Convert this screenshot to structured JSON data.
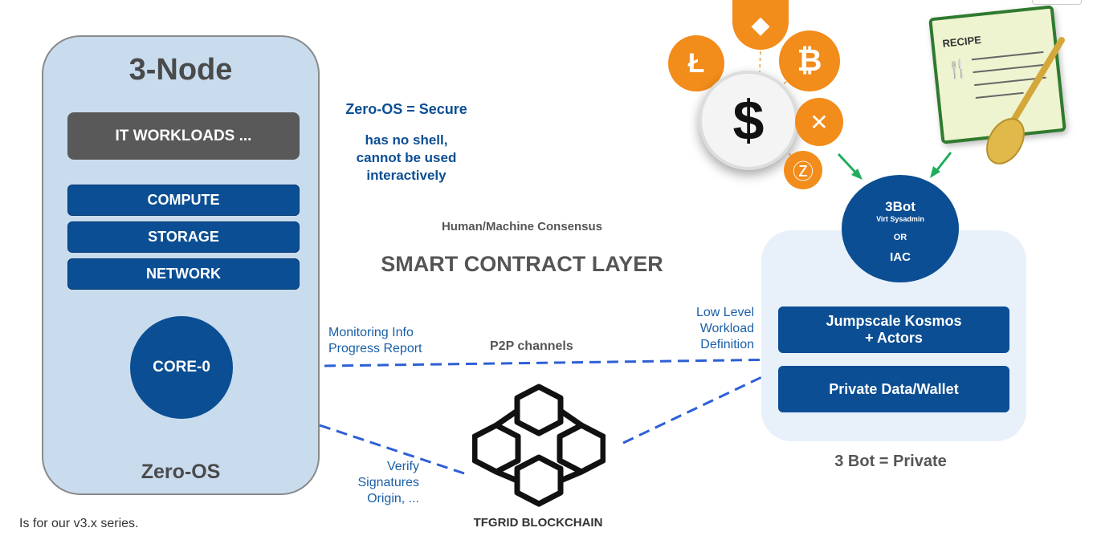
{
  "node": {
    "title": "3-Node",
    "workloads": "IT WORKLOADS ...",
    "layers": [
      "COMPUTE",
      "STORAGE",
      "NETWORK"
    ],
    "core": "CORE-0",
    "os": "Zero-OS"
  },
  "zero_os_note": {
    "headline": "Zero-OS = Secure",
    "line1": "has no shell,",
    "line2": "cannot be used",
    "line3": "interactively"
  },
  "consensus": {
    "subtitle": "Human/Machine Consensus",
    "title": "SMART CONTRACT LAYER"
  },
  "monitoring": {
    "line1": "Monitoring Info",
    "line2": "Progress Report"
  },
  "p2p_label": "P2P channels",
  "low_level": {
    "line1": "Low Level",
    "line2": "Workload",
    "line3": "Definition"
  },
  "verify": {
    "line1": "Verify",
    "line2": "Signatures",
    "line3": "Origin, ..."
  },
  "blockchain_label": "TFGRID BLOCKCHAIN",
  "bot": {
    "name": "3Bot",
    "sub": "Virt Sysadmin",
    "or": "OR",
    "iac": "IAC",
    "kosmos_line1": "Jumpscale Kosmos",
    "kosmos_line2": "+ Actors",
    "private_data": "Private Data/Wallet",
    "caption": "3 Bot = Private"
  },
  "recipe_label": "RECIPE",
  "crypto": {
    "dollar": "$",
    "coins": [
      {
        "symbol": "Ł"
      },
      {
        "symbol": "◆"
      },
      {
        "symbol": "₿"
      },
      {
        "symbol": "✕"
      },
      {
        "symbol": "Ⓩ"
      }
    ]
  },
  "footer_note": "Is for our v3.x series.",
  "colors": {
    "primary_blue": "#0b4e93",
    "panel_blue": "#c8dcee",
    "dashed_line": "#2d5fd6",
    "arrow_green": "#1fae5c",
    "coin_orange": "#f28c1a"
  }
}
